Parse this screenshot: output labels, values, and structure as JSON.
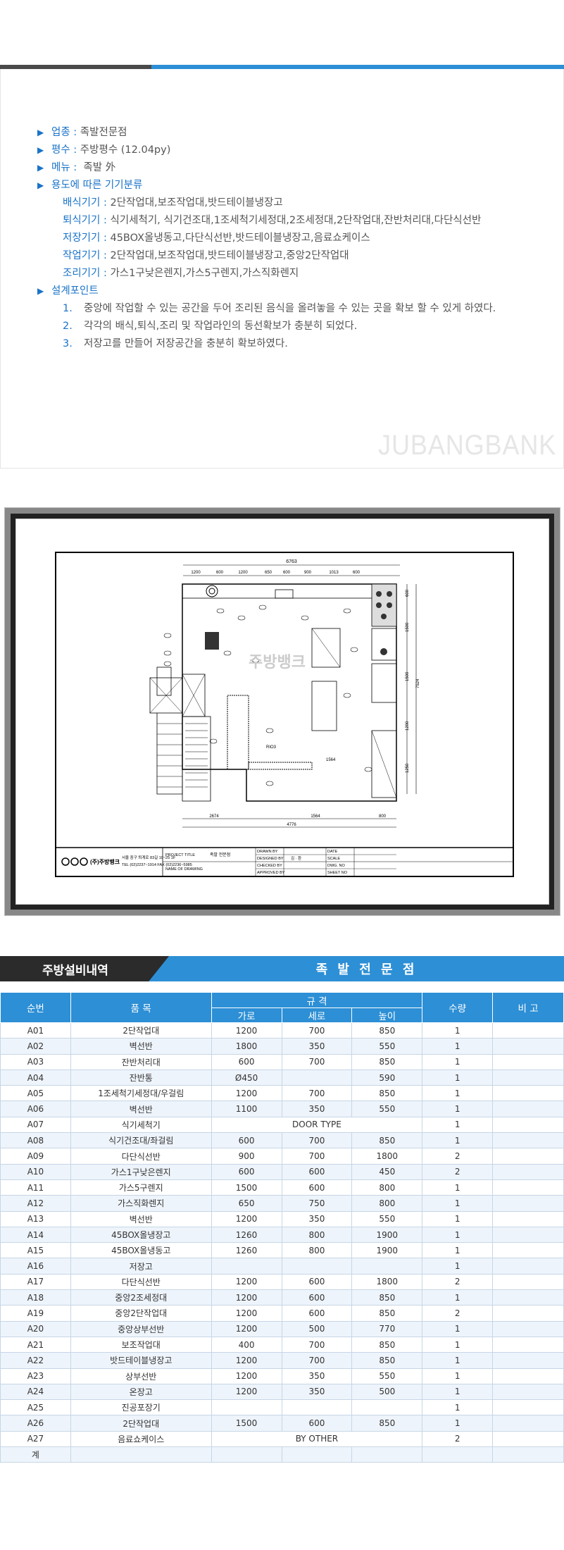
{
  "info": {
    "type_label": "업종 :",
    "type_value": "족발전문점",
    "area_label": "평수 :",
    "area_value": "주방평수 (12.04py)",
    "menu_label": "메뉴 :",
    "menu_value": "족발 外",
    "equip_label": "용도에 따른 기기분류",
    "equip": [
      {
        "label": "배식기기 :",
        "value": "2단작업대,보조작업대,밧드테이블냉장고"
      },
      {
        "label": "퇴식기기 :",
        "value": "식기세척기, 식기건조대,1조세척기세정대,2조세정대,2단작업대,잔반처리대,다단식선반"
      },
      {
        "label": "저장기기 :",
        "value": "45BOX올냉동고,다단식선반,밧드테이블냉장고,음료쇼케이스"
      },
      {
        "label": "작업기기 :",
        "value": " 2단작업대,보조작업대,밧드테이블냉장고,중앙2단작업대"
      },
      {
        "label": "조리기기 :",
        "value": " 가스1구낮은렌지,가스5구렌지,가스직화렌지"
      }
    ],
    "design_label": "설계포인트",
    "design": [
      {
        "n": "1.",
        "text": "중앙에 작업할 수 있는 공간을 두어 조리된 음식을 올려놓을 수 있는 곳을 확보 할 수 있게 하였다."
      },
      {
        "n": "2.",
        "text": "각각의 배식,퇴식,조리 및 작업라인의 동선확보가 충분히 되었다."
      },
      {
        "n": "3.",
        "text": "저장고를 만들어 저장공간을 충분히 확보하였다."
      }
    ],
    "watermark": "JUBANGBANK"
  },
  "drawing": {
    "dims_top": [
      "1200",
      "600",
      "1200",
      "650",
      "600",
      "900",
      "1013",
      "600"
    ],
    "total_width": "6763",
    "dims_bottom": [
      "2674",
      "1564",
      "800"
    ],
    "bottom_total": "4776",
    "dims_right": [
      "600",
      "1500",
      "1500",
      "1200",
      "1250"
    ],
    "right_total": "7524",
    "room_label": "RIO3",
    "inner_dim": "1564",
    "company": "(주)주방뱅크",
    "address": "서울 중구 퇴계로 83길 10~25 1F",
    "tel": "TEL (02)2237~1914  FAX (02)2236~5985",
    "project_title_label": "PROJECT TITLE",
    "project_title": "족발 전문점",
    "name_of_drawing_label": "NAME OF DRAWING",
    "drawn_by": "DRAWN BY",
    "designed_by": "DESIGNED BY",
    "designer": "김 · 환",
    "checked_by": "CHECKED BY",
    "approved_by": "APPROVED BY",
    "date": "DATE",
    "scale": "SCALE",
    "dwg_no": "DWG. NO",
    "sheet_no": "SHEET NO",
    "wm_text": "주방뱅크"
  },
  "table": {
    "title_left": "주방설비내역",
    "title_right": "족 발 전 문 점",
    "headers": {
      "no": "순번",
      "name": "품    목",
      "spec": "규    격",
      "w": "가로",
      "d": "세로",
      "h": "높이",
      "qty": "수량",
      "note": "비    고"
    },
    "rows": [
      [
        "A01",
        "2단작업대",
        "1200",
        "700",
        "850",
        "1",
        ""
      ],
      [
        "A02",
        "벽선반",
        "1800",
        "350",
        "550",
        "1",
        ""
      ],
      [
        "A03",
        "잔반처리대",
        "600",
        "700",
        "850",
        "1",
        ""
      ],
      [
        "A04",
        "잔반통",
        "Ø450",
        "",
        "590",
        "1",
        ""
      ],
      [
        "A05",
        "1조세척기세정대/우걸림",
        "1200",
        "700",
        "850",
        "1",
        ""
      ],
      [
        "A06",
        "벽선반",
        "1100",
        "350",
        "550",
        "1",
        ""
      ],
      [
        "A07",
        "식기세척기",
        "DOOR TYPE",
        "",
        "",
        "1",
        ""
      ],
      [
        "A08",
        "식기건조대/좌걸림",
        "600",
        "700",
        "850",
        "1",
        ""
      ],
      [
        "A09",
        "다단식선반",
        "900",
        "700",
        "1800",
        "2",
        ""
      ],
      [
        "A10",
        "가스1구낮은렌지",
        "600",
        "600",
        "450",
        "2",
        ""
      ],
      [
        "A11",
        "가스5구렌지",
        "1500",
        "600",
        "800",
        "1",
        ""
      ],
      [
        "A12",
        "가스직화렌지",
        "650",
        "750",
        "800",
        "1",
        ""
      ],
      [
        "A13",
        "벽선반",
        "1200",
        "350",
        "550",
        "1",
        ""
      ],
      [
        "A14",
        "45BOX올냉장고",
        "1260",
        "800",
        "1900",
        "1",
        ""
      ],
      [
        "A15",
        "45BOX올냉동고",
        "1260",
        "800",
        "1900",
        "1",
        ""
      ],
      [
        "A16",
        "저장고",
        "",
        "",
        "",
        "1",
        ""
      ],
      [
        "A17",
        "다단식선반",
        "1200",
        "600",
        "1800",
        "2",
        ""
      ],
      [
        "A18",
        "중앙2조세정대",
        "1200",
        "600",
        "850",
        "1",
        ""
      ],
      [
        "A19",
        "중앙2단작업대",
        "1200",
        "600",
        "850",
        "2",
        ""
      ],
      [
        "A20",
        "중앙상부선반",
        "1200",
        "500",
        "770",
        "1",
        ""
      ],
      [
        "A21",
        "보조작업대",
        "400",
        "700",
        "850",
        "1",
        ""
      ],
      [
        "A22",
        "밧드테이블냉장고",
        "1200",
        "700",
        "850",
        "1",
        ""
      ],
      [
        "A23",
        "상부선반",
        "1200",
        "350",
        "550",
        "1",
        ""
      ],
      [
        "A24",
        "온장고",
        "1200",
        "350",
        "500",
        "1",
        ""
      ],
      [
        "A25",
        "진공포장기",
        "",
        "",
        "",
        "1",
        ""
      ],
      [
        "A26",
        "2단작업대",
        "1500",
        "600",
        "850",
        "1",
        ""
      ],
      [
        "A27",
        "음료쇼케이스",
        "BY OTHER",
        "",
        "",
        "2",
        ""
      ],
      [
        "계",
        "",
        "",
        "",
        "",
        "",
        ""
      ]
    ]
  }
}
